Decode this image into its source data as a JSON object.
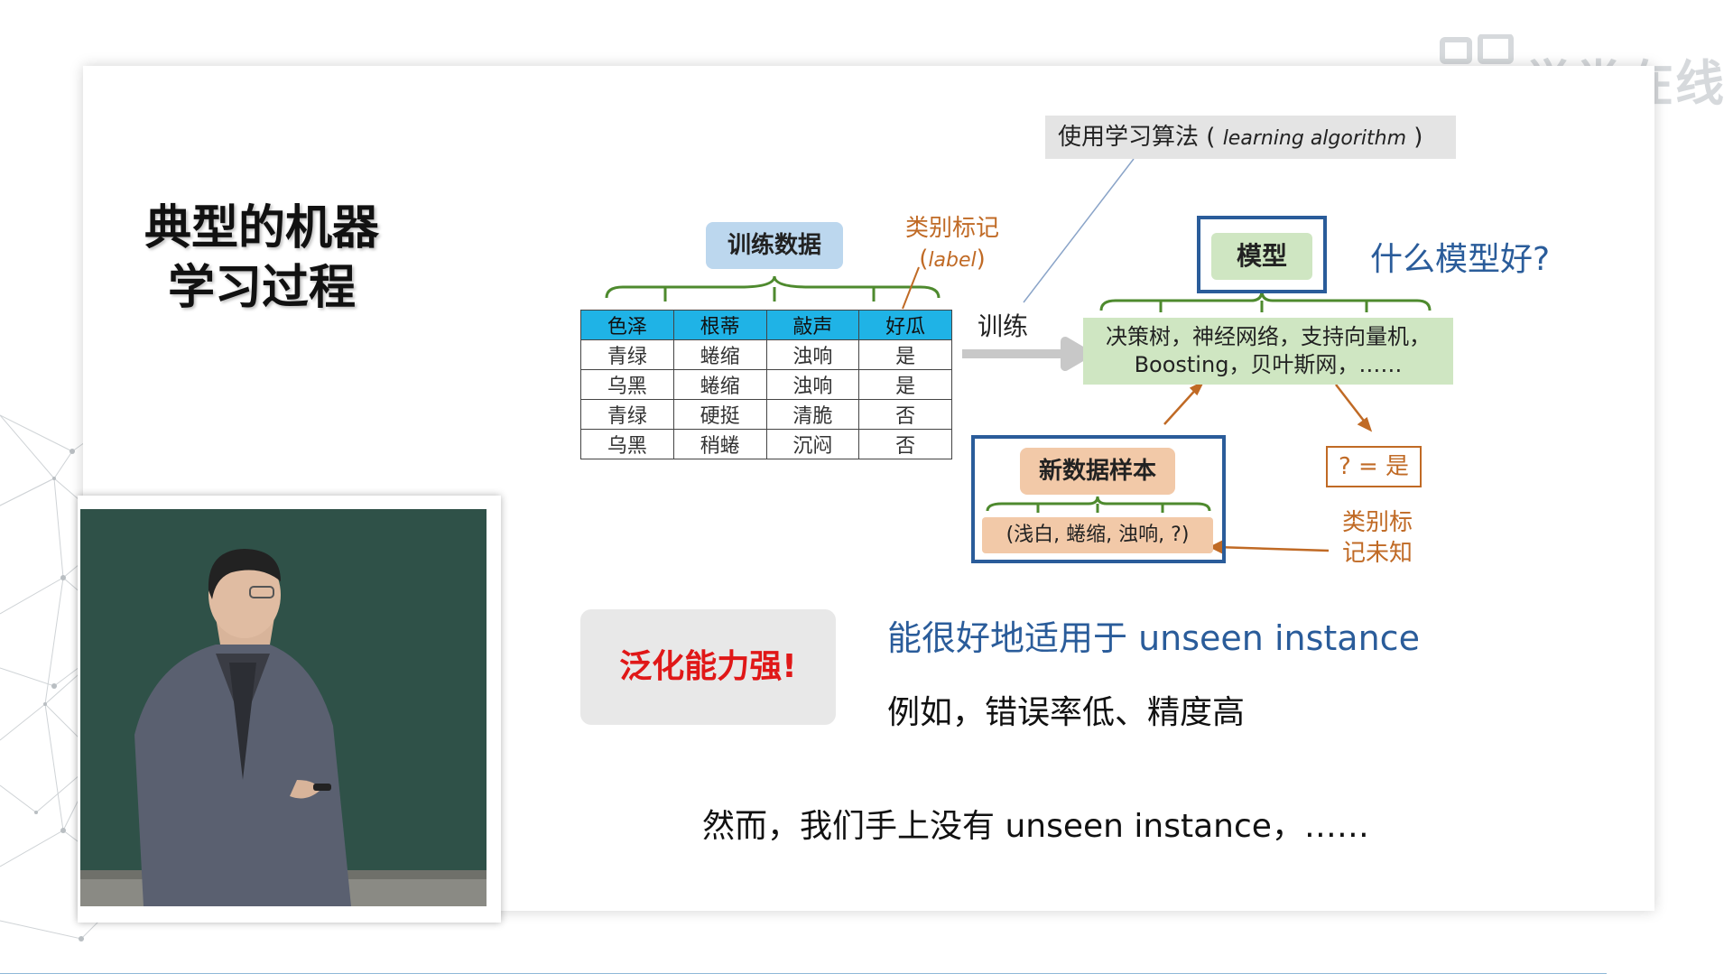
{
  "watermark": {
    "text": "学堂在线"
  },
  "slide": {
    "title": [
      "典型的机器",
      "学习过程"
    ],
    "training_data_label": "训练数据",
    "class_label": {
      "text": "类别标记",
      "italic": "label"
    },
    "algorithm_label": {
      "prefix": "使用学习算法 (",
      "italic": "learning algorithm",
      "suffix": ")"
    },
    "table": {
      "headers": [
        "色泽",
        "根蒂",
        "敲声",
        "好瓜"
      ],
      "rows": [
        [
          "青绿",
          "蜷缩",
          "浊响",
          "是"
        ],
        [
          "乌黑",
          "蜷缩",
          "浊响",
          "是"
        ],
        [
          "青绿",
          "硬挺",
          "清脆",
          "否"
        ],
        [
          "乌黑",
          "稍蜷",
          "沉闷",
          "否"
        ]
      ]
    },
    "train_label": "训练",
    "model_label": "模型",
    "good_model_question": "什么模型好?",
    "algorithms": [
      "决策树，神经网络，支持向量机，",
      "Boosting，贝叶斯网，……"
    ],
    "new_sample_label": "新数据样本",
    "new_sample": "(浅白, 蜷缩, 浊响, ?)",
    "prediction": "? = 是",
    "unknown_label": [
      "类别标",
      "记未知"
    ],
    "generalization": "泛化能力强!",
    "unseen_text": "能很好地适用于 unseen instance",
    "example_text": "例如，错误率低、精度高",
    "however_text": "然而，我们手上没有 unseen instance，……"
  },
  "colors": {
    "accent_blue": "#2a5c9a",
    "orange": "#c06a25",
    "table_header": "#1fb3e6",
    "green_box": "#cfe6c2",
    "peach_box": "#f2c9a8",
    "red_text": "#e01818",
    "arrow_green": "#4e8a2e"
  }
}
